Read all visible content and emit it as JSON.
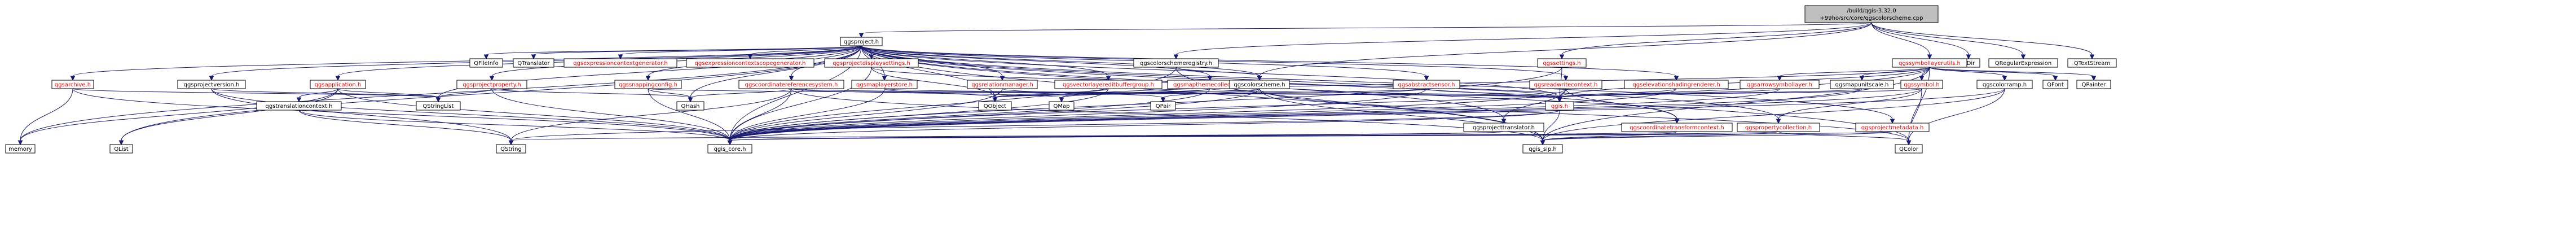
{
  "colors": {
    "root_fill": "#bfbfbf",
    "node_fill": "#ffffff",
    "text_default": "#000000",
    "text_linked_red": "#ff0000",
    "edge": "#191970"
  },
  "root": {
    "label_line1": "/build/qgis-3.32.0",
    "label_line2": "+99ho/src/core/qgscolorscheme.cpp"
  },
  "nodes": {
    "qgsproject": "qgsproject.h",
    "qdir": "QDir",
    "qregularexpression": "QRegularExpression",
    "qtextstream": "QTextStream",
    "qfileinfo": "QFileInfo",
    "qtranslator": "QTranslator",
    "qgsexpressioncontextgenerator": "qgsexpressioncontextgenerator.h",
    "qgsexpressioncontextscopegenerator": "qgsexpressioncontextscopegenerator.h",
    "qgsprojectdisplaysettings": "qgsprojectdisplaysettings.h",
    "qgscolorschemeregistry": "qgscolorschemeregistry.h",
    "qgssettings": "qgssettings.h",
    "qgssymbollayerutils": "qgssymbollayerutils.h",
    "qgsarchive": "qgsarchive.h",
    "qgsprojectversion": "qgsprojectversion.h",
    "qgsapplication": "qgsapplication.h",
    "qgsprojectproperty": "qgsprojectproperty.h",
    "qgssnappingconfig": "qgssnappingconfig.h",
    "qgscoordinatereferencesystem": "qgscoordinatereferencesystem.h",
    "qgsmaplayerstore": "qgsmaplayerstore.h",
    "qgsrelationmanager": "qgsrelationmanager.h",
    "qgsvectorlayereditbuffergroup": "qgsvectorlayereditbuffergroup.h",
    "qgsmapthemecollection": "qgsmapthemecollection.h",
    "qgscolorscheme": "qgscolorscheme.h",
    "qgsabstractsensor": "qgsabstractsensor.h",
    "qgsreadwritecontext": "qgsreadwritecontext.h",
    "qgselevationshadingrenderer": "qgselevationshadingrenderer.h",
    "qgsarrowsymbollayer": "qgsarrowsymbollayer.h",
    "qgsmapunitscale": "qgsmapunitscale.h",
    "qgssymbol": "qgssymbol.h",
    "qgscolorramp": "qgscolorramp.h",
    "qfont": "QFont",
    "qpainter": "QPainter",
    "qlist": "QList",
    "memory": "memory",
    "qstringlist": "QStringList",
    "qgstranslationcontext": "qgstranslationcontext.h",
    "qhash": "QHash",
    "qobject": "QObject",
    "qmap": "QMap",
    "qpair": "QPair",
    "qgsprojecttranslator": "qgsprojecttranslator.h",
    "qgs_h": "qgis.h",
    "qgscoordinatetransformcontext": "qgscoordinatetransformcontext.h",
    "qgspropertycollection": "qgspropertycollection.h",
    "qgsprojectmetadata": "qgsprojectmetadata.h",
    "qstring": "QString",
    "qgis_core": "qgis_core.h",
    "qgis_sip": "qgis_sip.h",
    "qcolor": "QColor"
  }
}
